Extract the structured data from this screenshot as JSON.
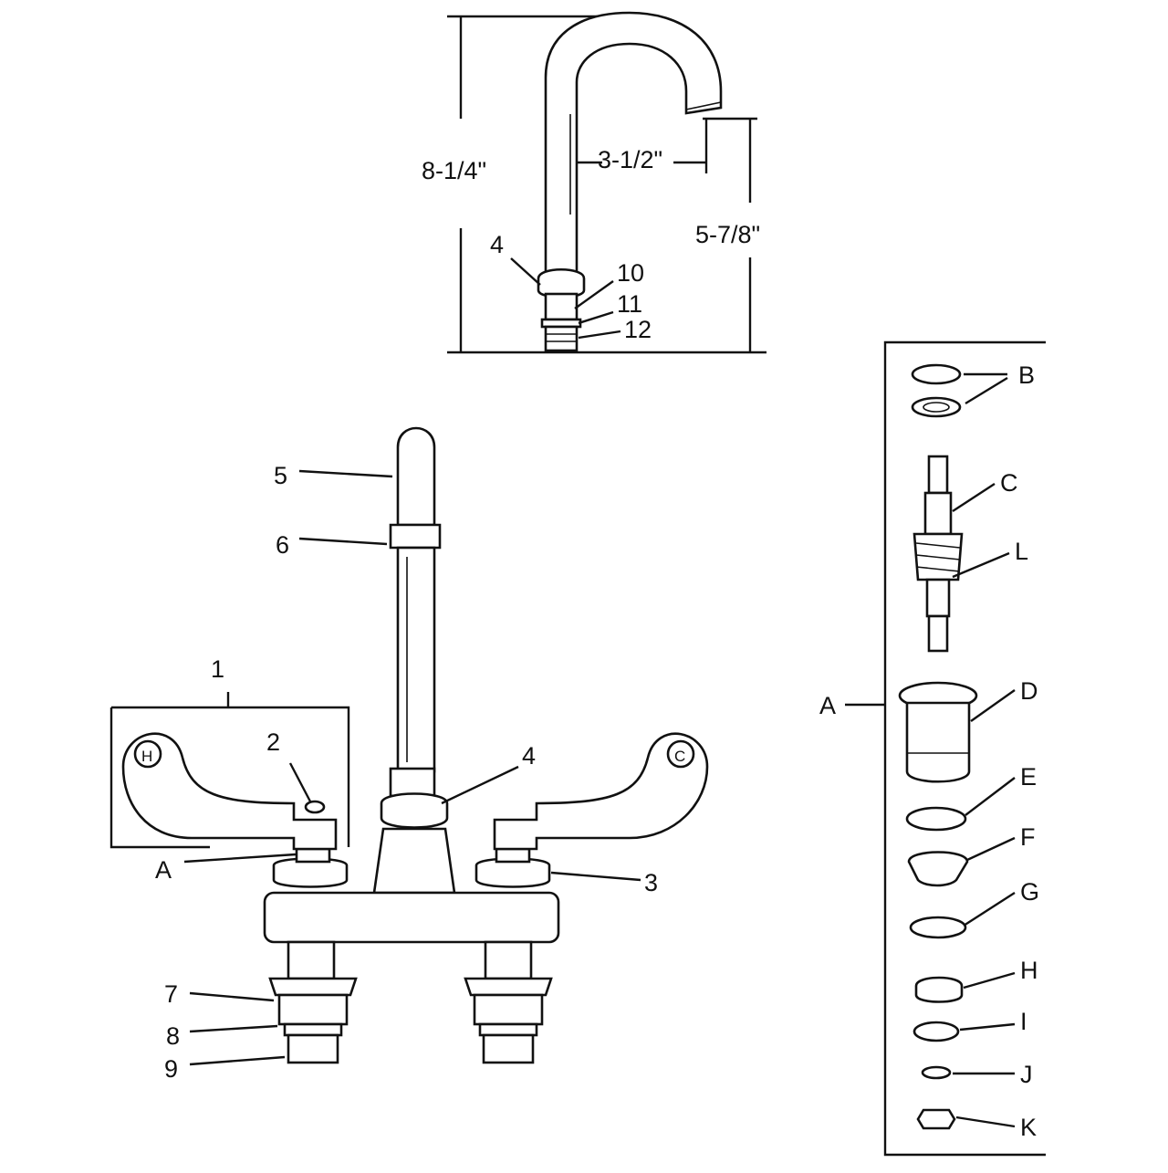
{
  "colors": {
    "ink": "#111111",
    "paper": "#ffffff"
  },
  "dimensions": {
    "height_total": "8-1/4\"",
    "reach": "3-1/2\"",
    "spout_height": "5-7/8\""
  },
  "spout_callouts": {
    "c4": "4",
    "c10": "10",
    "c11": "11",
    "c12": "12"
  },
  "faucet_callouts": {
    "c1": "1",
    "c2": "2",
    "c3": "3",
    "c4": "4",
    "c5": "5",
    "c6": "6",
    "c7": "7",
    "c8": "8",
    "c9": "9",
    "cA": "A"
  },
  "handle_marks": {
    "hot": "H",
    "cold": "C"
  },
  "cartridge_callouts": {
    "A": "A",
    "B": "B",
    "C": "C",
    "L": "L",
    "D": "D",
    "E": "E",
    "F": "F",
    "G": "G",
    "H": "H",
    "I": "I",
    "J": "J",
    "K": "K"
  }
}
